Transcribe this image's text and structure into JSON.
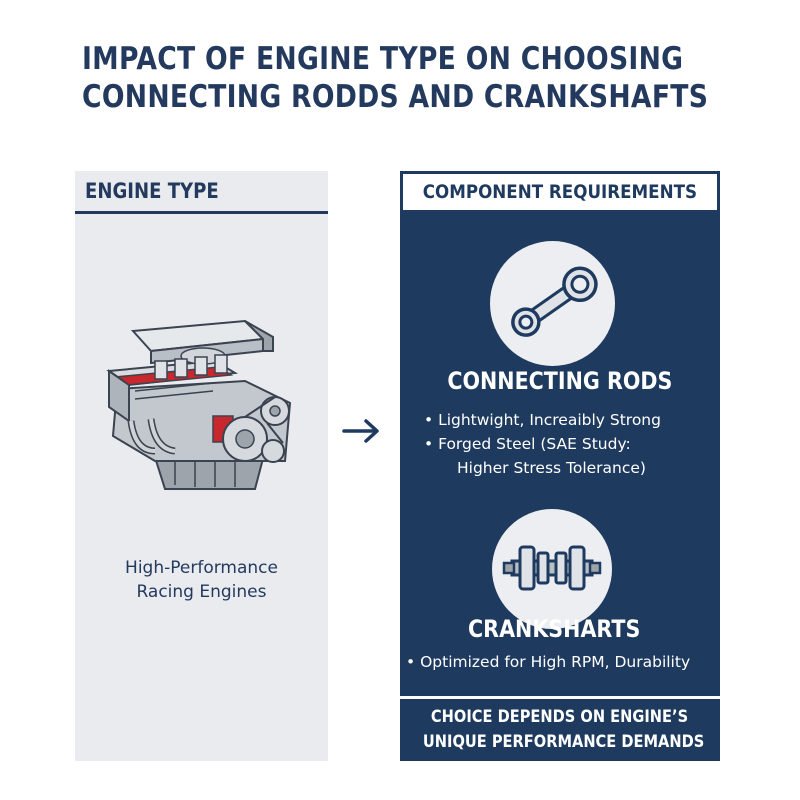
{
  "title": {
    "line1": "IMPACT OF ENGINE TYPE ON CHOOSING",
    "line2": "CONNECTING RODDS AND CRANKSHAFTS"
  },
  "left": {
    "heading": "ENGINE TYPE",
    "engine_label_line1": "High-Performance",
    "engine_label_line2": "Racing Engines",
    "icon": "engine-illustration"
  },
  "arrow_icon": "arrow-right-icon",
  "right": {
    "heading": "COMPONENT REQUIREMENTS",
    "connecting_rods": {
      "title": "CONNECTING RODS",
      "icon": "connecting-rod-icon",
      "bullet1": "Lightwight, Increaibly Strong",
      "bullet2_line1": "Forged Steel (SAE Study:",
      "bullet2_line2": "Higher Stress Tolerance)"
    },
    "crankshafts": {
      "title": "CRANKSHARTS",
      "icon": "crankshaft-icon",
      "bullet1": "Optimized for High RPM, Durability"
    },
    "footer_line1": "CHOICE DEPENDS ON ENGINE’S",
    "footer_line2": "UNIQUE PERFORMANCE DEMANDS"
  },
  "colors": {
    "navy": "#1e3a5f",
    "title": "#233a5e",
    "panel_grey": "#e9ebee",
    "engine_red": "#c8272e"
  }
}
